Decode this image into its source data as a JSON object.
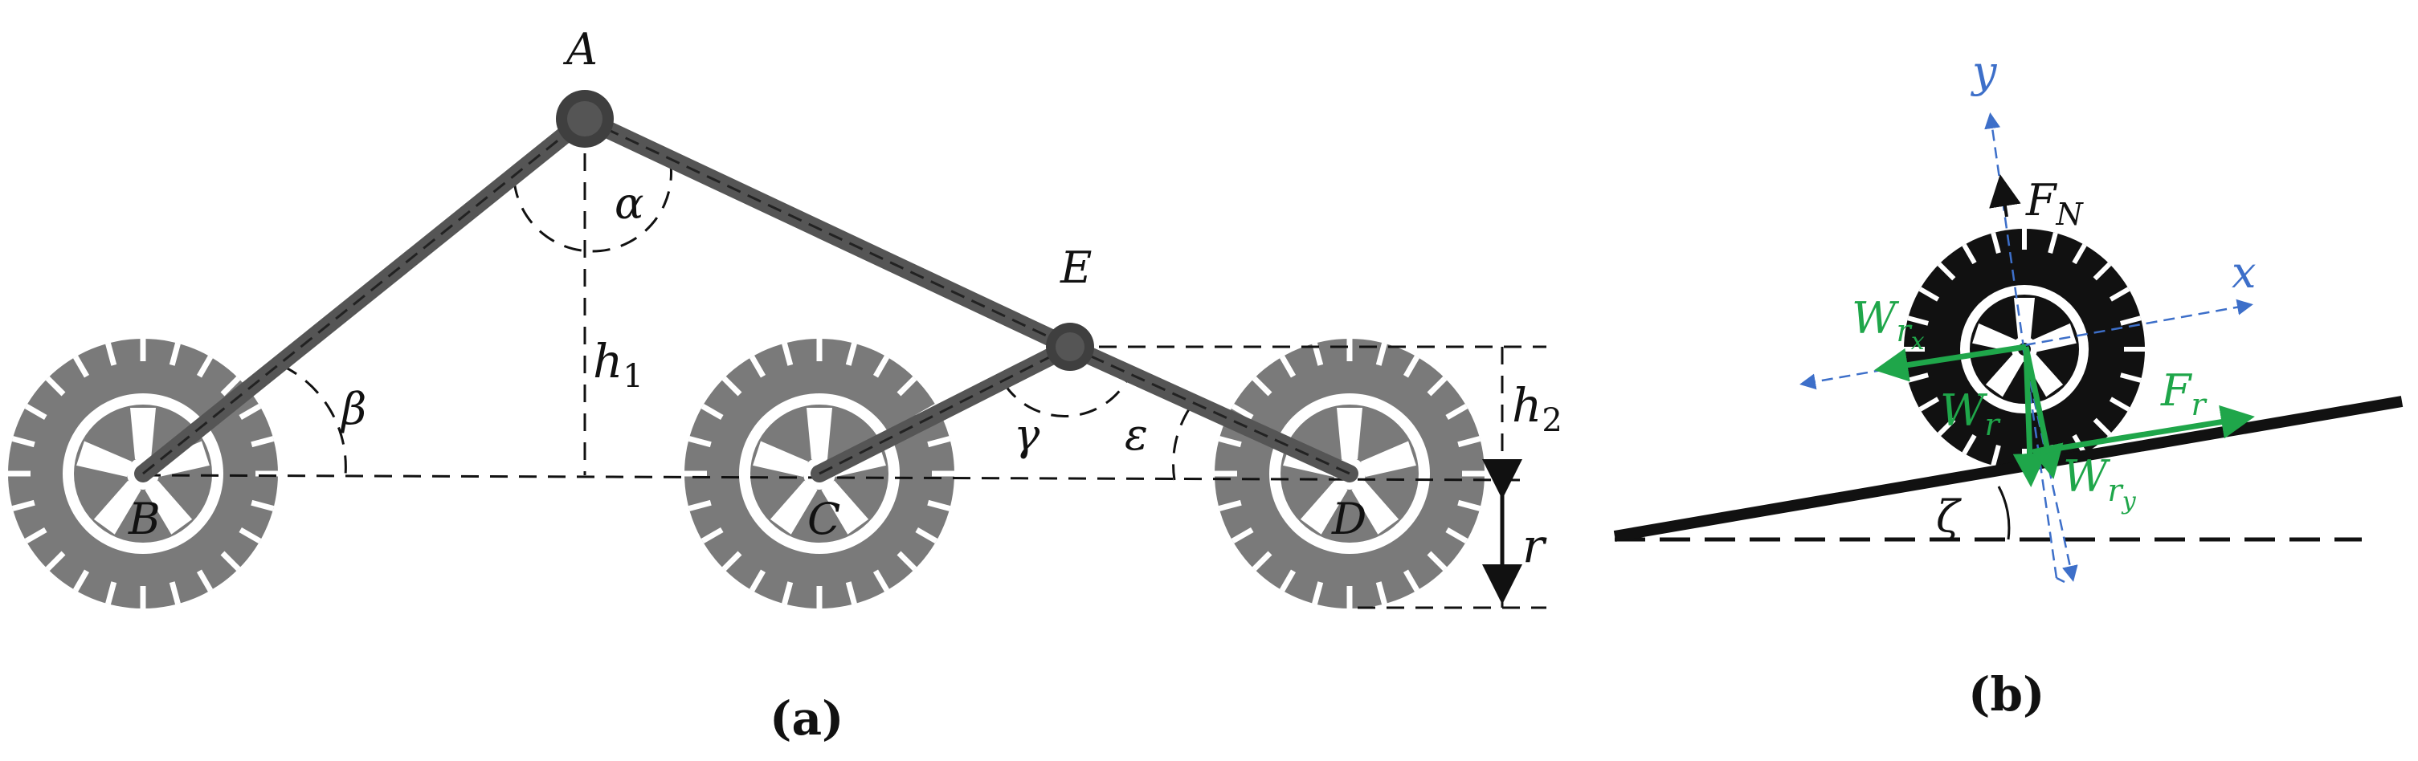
{
  "diagram_a": {
    "caption": "(a)",
    "points": {
      "A": "A",
      "B": "B",
      "C": "C",
      "D": "D",
      "E": "E"
    },
    "angles": {
      "alpha": "α",
      "beta": "β",
      "gamma": "γ",
      "epsilon": "ε"
    },
    "heights": {
      "h1": "h",
      "h1_sub": "1",
      "h2": "h",
      "h2_sub": "2",
      "r": "r"
    },
    "colors": {
      "link": "#555555",
      "wheel": "#7a7a7a",
      "joint": "#3f3f3f"
    }
  },
  "diagram_b": {
    "caption": "(b)",
    "axes": {
      "x": "x",
      "y": "y"
    },
    "forces": {
      "FN_main": "F",
      "FN_sub": "N",
      "Fr_main": "F",
      "Fr_sub": "r",
      "Wr_main": "W",
      "Wr_sub": "r",
      "Wrx_main": "W",
      "Wrx_sub": "r",
      "Wrx_subsub": "x",
      "Wry_main": "W",
      "Wry_sub": "r",
      "Wry_subsub": "y"
    },
    "angle": "ζ",
    "colors": {
      "axis": "#3d6fc9",
      "force": "#1fa64a",
      "wheel": "#111111",
      "slope": "#111111"
    }
  }
}
